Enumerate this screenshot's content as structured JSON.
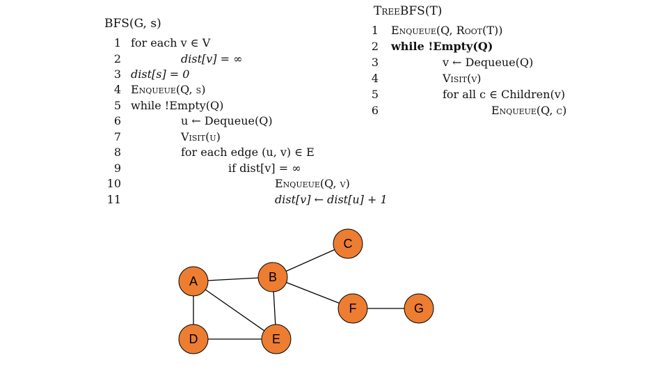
{
  "bfs": {
    "title": "BFS(G, s)",
    "lines": [
      {
        "num": "1",
        "text": "for each v ∈ V"
      },
      {
        "num": "2",
        "text": "dist[v] = ∞"
      },
      {
        "num": "3",
        "text": "dist[s] = 0"
      },
      {
        "num": "4",
        "text": "Enqueue(Q, s)"
      },
      {
        "num": "5",
        "text": "while !Empty(Q)"
      },
      {
        "num": "6",
        "text": "u ← Dequeue(Q)"
      },
      {
        "num": "7",
        "text": "Visit(u)"
      },
      {
        "num": "8",
        "text": "for each edge (u, v) ∈ E"
      },
      {
        "num": "9",
        "text": "if dist[v] = ∞"
      },
      {
        "num": "10",
        "text": "Enqueue(Q, v)"
      },
      {
        "num": "11",
        "text": "dist[v] ← dist[u] + 1"
      }
    ]
  },
  "treebfs": {
    "title": "TreeBFS(T)",
    "lines": [
      {
        "num": "1",
        "text": "Enqueue(Q, Root(T))"
      },
      {
        "num": "2",
        "text": "while !Empty(Q)"
      },
      {
        "num": "3",
        "text": "v ← Dequeue(Q)"
      },
      {
        "num": "4",
        "text": "Visit(v)"
      },
      {
        "num": "5",
        "text": "for all c ∈ Children(v)"
      },
      {
        "num": "6",
        "text": "Enqueue(Q, c)"
      }
    ]
  },
  "graph": {
    "node_color": "#ed7d31",
    "nodes": [
      "A",
      "B",
      "C",
      "D",
      "E",
      "F",
      "G"
    ],
    "edges": [
      [
        "A",
        "B"
      ],
      [
        "A",
        "D"
      ],
      [
        "A",
        "E"
      ],
      [
        "B",
        "C"
      ],
      [
        "B",
        "E"
      ],
      [
        "B",
        "F"
      ],
      [
        "D",
        "E"
      ],
      [
        "F",
        "G"
      ]
    ]
  }
}
